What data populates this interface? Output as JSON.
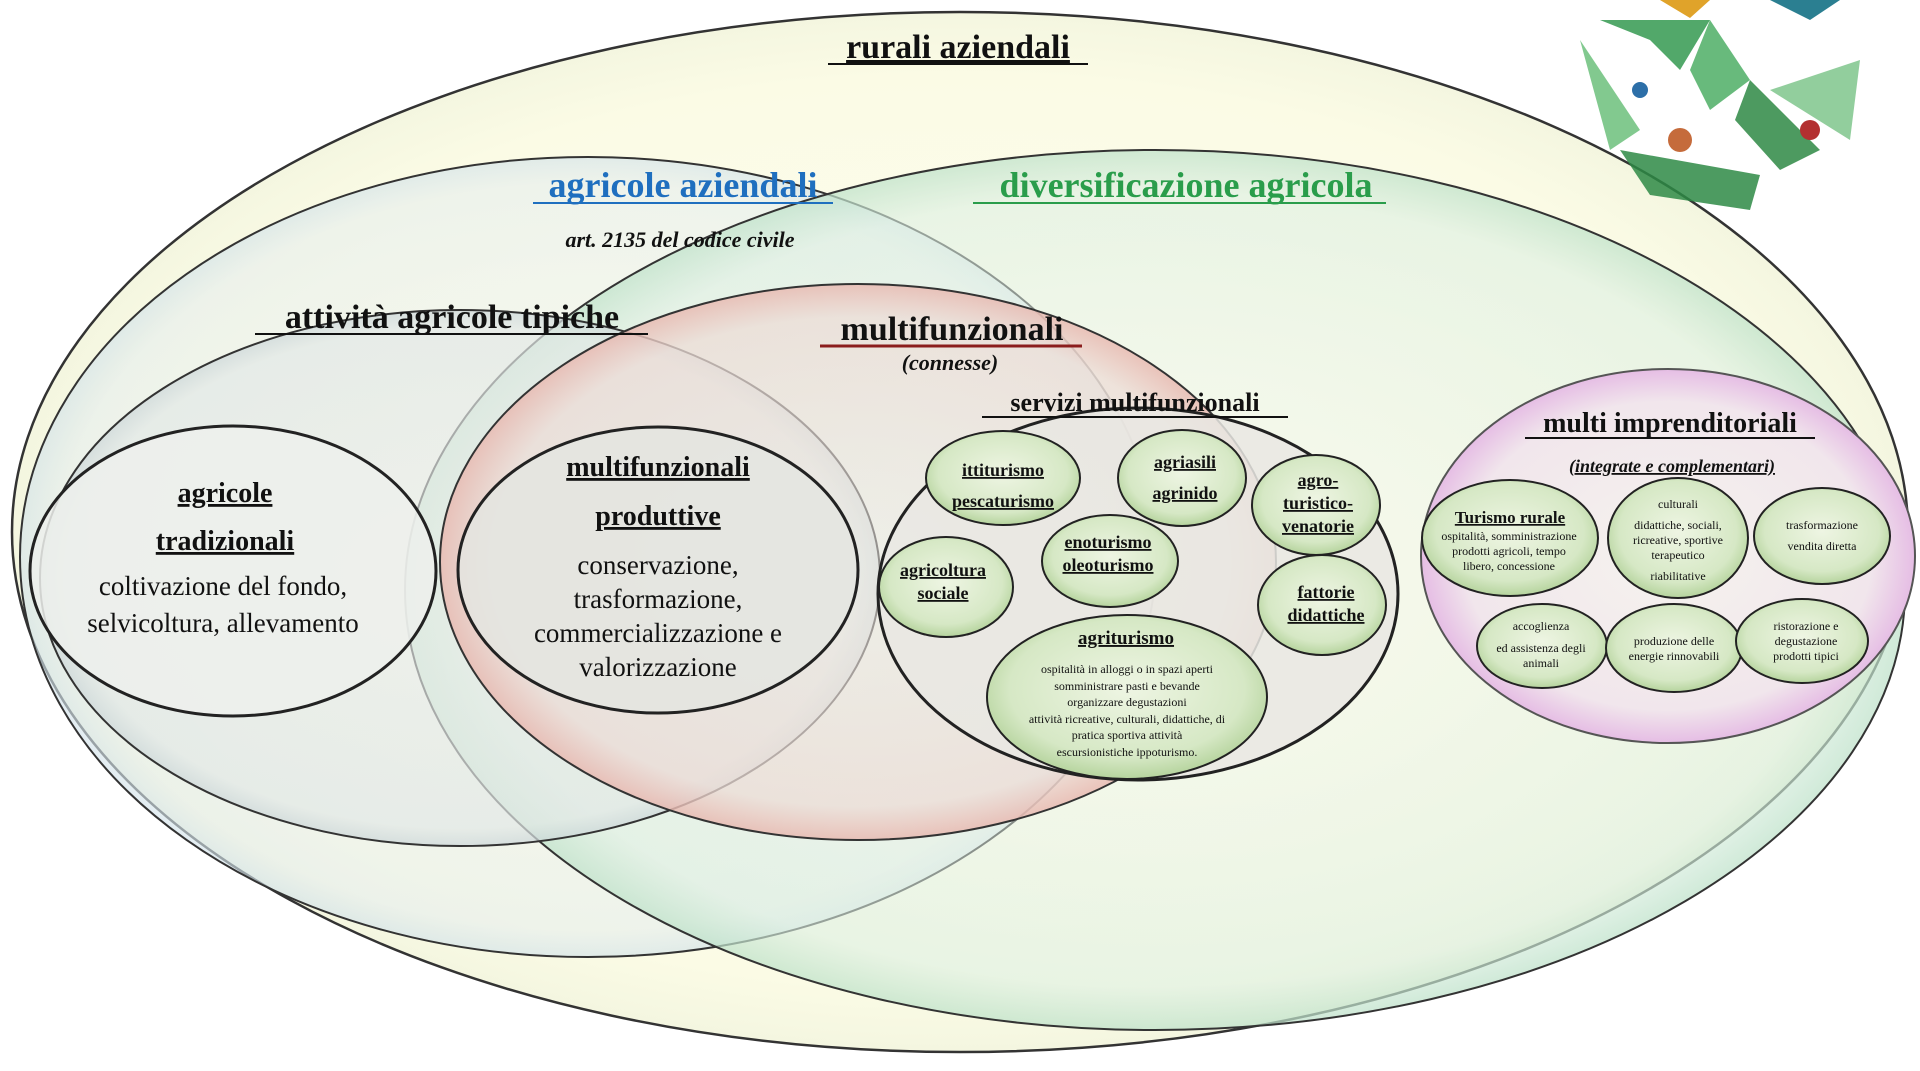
{
  "outer": {
    "title": "rurali aziendali"
  },
  "agricole": {
    "title": "agricole aziendali",
    "subtitle": "art. 2135 del codice civile"
  },
  "diversificazione": {
    "title": "diversificazione agricola"
  },
  "tipiche": {
    "title": "attività agricole tipiche"
  },
  "tradizionali": {
    "title_line1": "agricole",
    "title_line2": "tradizionali",
    "body_line1": "coltivazione del fondo,",
    "body_line2": "selvicoltura, allevamento"
  },
  "produttive": {
    "title_line1": "multifunzionali",
    "title_line2": "produttive",
    "body_line1": "conservazione,",
    "body_line2": "trasformazione,",
    "body_line3": "commercializzazione e",
    "body_line4": "valorizzazione"
  },
  "multifunzionali": {
    "title": "multifunzionali",
    "subtitle": "(connesse)"
  },
  "servizi": {
    "title": "servizi multifunzionali",
    "ittiturismo_line1": "ittiturismo",
    "ittiturismo_line2": "pescaturismo",
    "agriasili_line1": "agriasili",
    "agriasili_line2": "agrinido",
    "agroturistico_line1": "agro-",
    "agroturistico_line2": "turistico-",
    "agroturistico_line3": "venatorie",
    "agricoltura_line1": "agricoltura",
    "agricoltura_line2": "sociale",
    "enoturismo_line1": "enoturismo",
    "enoturismo_line2": "oleoturismo",
    "fattorie_line1": "fattorie",
    "fattorie_line2": "didattiche",
    "agriturismo_title": "agriturismo",
    "agriturismo_line1": "ospitalità in alloggi o in spazi aperti",
    "agriturismo_line2": "somministrare pasti e bevande",
    "agriturismo_line3": "organizzare degustazioni",
    "agriturismo_line4": "attività ricreative, culturali, didattiche, di",
    "agriturismo_line5": "pratica sportiva attività",
    "agriturismo_line6": "escursionistiche ippoturismo."
  },
  "imprenditoriali": {
    "title": "multi imprenditoriali",
    "subtitle": "(integrate e complementari)",
    "turismo_title": "Turismo rurale",
    "turismo_line1": "ospitalità, somministrazione",
    "turismo_line2": "prodotti agricoli, tempo",
    "turismo_line3": "libero, concessione",
    "culturali_line1": "culturali",
    "culturali_line2": "didattiche, sociali,",
    "culturali_line3": "ricreative, sportive",
    "culturali_line4": "terapeutico",
    "culturali_line5": "riabilitative",
    "trasformazione_line1": "trasformazione",
    "trasformazione_line2": "vendita diretta",
    "accoglienza_line1": "accoglienza",
    "accoglienza_line2": "ed assistenza degli",
    "accoglienza_line3": "animali",
    "energie_line1": "produzione delle",
    "energie_line2": "energie rinnovabili",
    "ristorazione_line1": "ristorazione e",
    "ristorazione_line2": "degustazione",
    "ristorazione_line3": "prodotti tipici"
  },
  "colors": {
    "outer_fill": "#fbfbe6",
    "agricole_fill": "#dde9ee",
    "diversificazione_fill": "#d6ecdd",
    "multifunzionali_fill": "#ecd8d4",
    "pill_fill": "#c9dfb6",
    "imprenditoriali_fill": "#f4ddf2",
    "blue_title": "#1f6fbf",
    "green_title": "#2a9d4b",
    "red_underline": "#8b1d1d"
  },
  "icons": {
    "recycle": "recycle-logo-icon"
  }
}
